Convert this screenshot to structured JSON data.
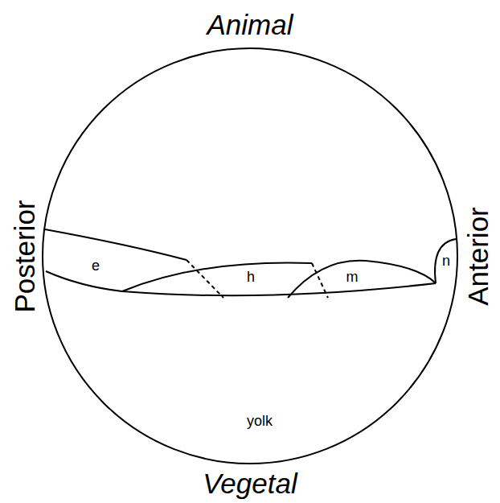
{
  "diagram": {
    "labels": [
      "Animal",
      "Posterior",
      "Anterior",
      "e",
      "h",
      "m",
      "n",
      "yolk",
      "Vegetal"
    ]
  }
}
